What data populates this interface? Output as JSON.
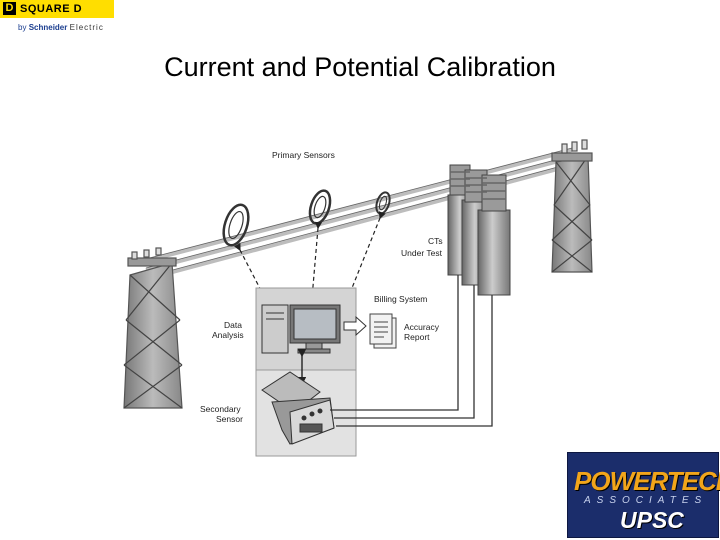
{
  "logo": {
    "mark": "D",
    "name": "SQUARE D",
    "by": "by",
    "brand": "Schneider",
    "electric": "Electric"
  },
  "title": "Current and Potential Calibration",
  "diagram": {
    "primary_sensors": "Primary Sensors",
    "cts_line1": "CTs",
    "cts_line2": "Under Test",
    "billing_system": "Billing System",
    "data_line1": "Data",
    "data_line2": "Analysis",
    "accuracy_line1": "Accuracy",
    "accuracy_line2": "Report",
    "secondary_line1": "Secondary",
    "secondary_line2": "Sensor"
  },
  "badge": {
    "main": "POWERTECH",
    "assoc": "ASSOCIATES",
    "upsc": "UPSC"
  }
}
